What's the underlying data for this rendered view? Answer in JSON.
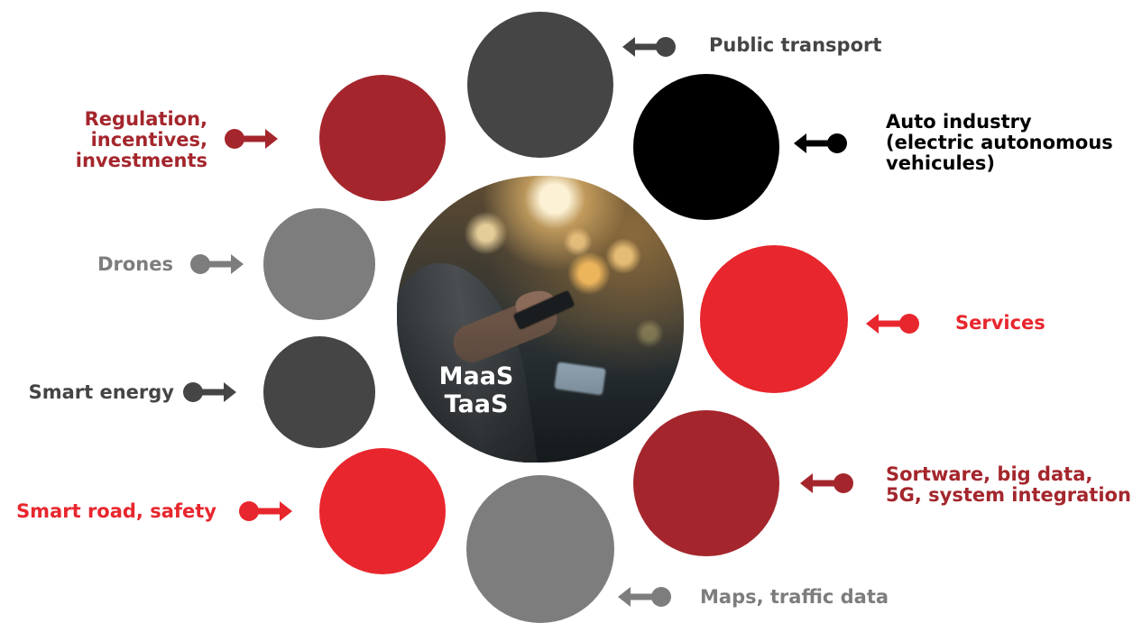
{
  "center": {
    "line1": "MaaS",
    "line2": "TaaS"
  },
  "nodes": {
    "public_transport": {
      "label": "Public transport",
      "color": "#454545"
    },
    "auto_industry": {
      "lines": [
        "Auto industry",
        "(electric autonomous",
        "vehicules)"
      ],
      "color": "#000000"
    },
    "regulation": {
      "lines": [
        "Regulation,",
        "incentives,",
        "investments"
      ],
      "color": "#a4262c"
    },
    "drones": {
      "label": "Drones",
      "color": "#7d7d7d"
    },
    "services": {
      "label": "Services",
      "color": "#e8262d"
    },
    "smart_energy": {
      "label": "Smart energy",
      "color": "#454545"
    },
    "software": {
      "lines": [
        "Sortware, big data,",
        "5G, system integration"
      ],
      "color": "#a4262c"
    },
    "smart_road": {
      "label": "Smart road, safety",
      "color": "#e8262d"
    },
    "maps": {
      "label": "Maps, traffic data",
      "color": "#7d7d7d"
    }
  }
}
